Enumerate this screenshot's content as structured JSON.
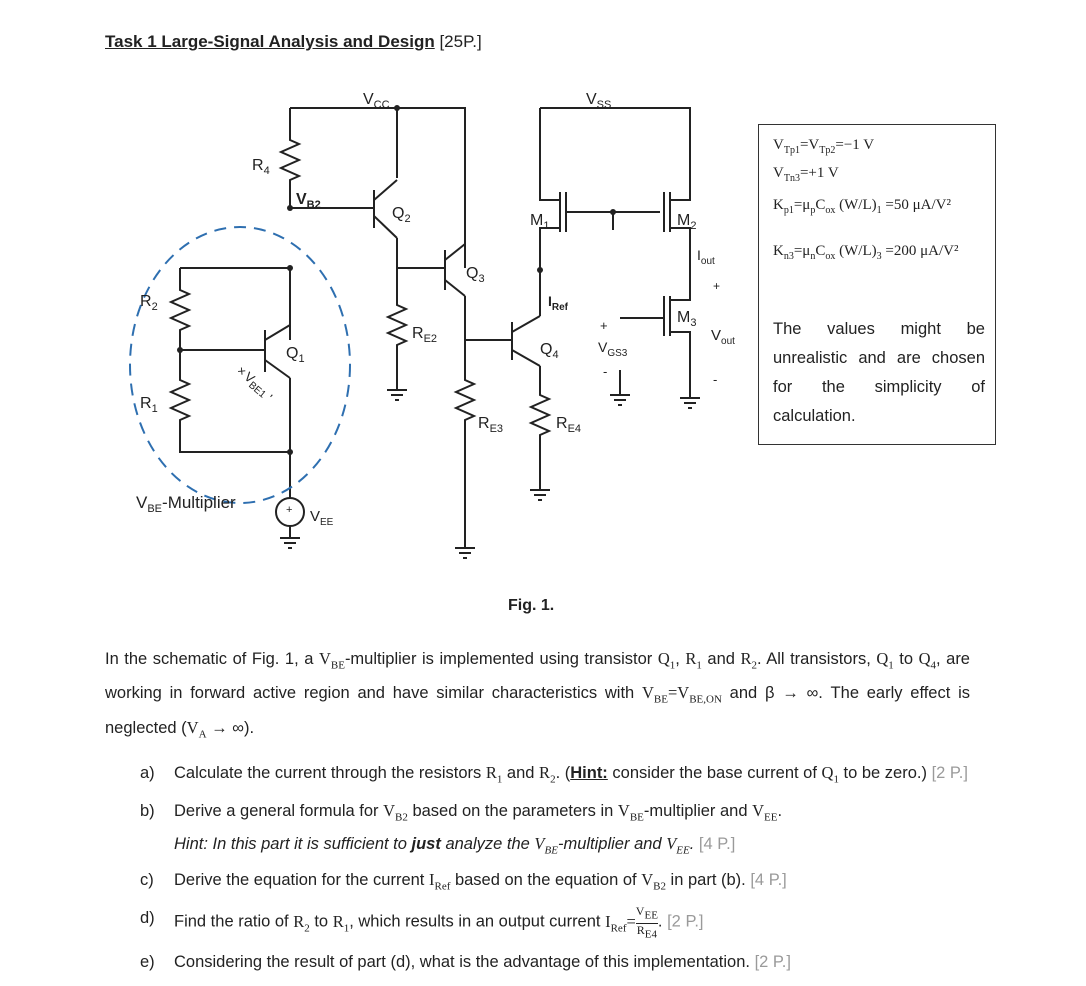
{
  "title": {
    "main": "Task 1 Large-Signal Analysis and Design",
    "points": "[25P.]"
  },
  "schematic": {
    "labels": {
      "vcc": "V",
      "vcc_sub": "CC",
      "vss": "V",
      "vss_sub": "SS",
      "r4": "R",
      "r4_sub": "4",
      "vb2": "V",
      "vb2_sub": "B2",
      "q2": "Q",
      "q2_sub": "2",
      "q3": "Q",
      "q3_sub": "3",
      "q1": "Q",
      "q1_sub": "1",
      "q4": "Q",
      "q4_sub": "4",
      "r2": "R",
      "r2_sub": "2",
      "r1": "R",
      "r1_sub": "1",
      "re2": "R",
      "re2_sub": "E2",
      "re3": "R",
      "re3_sub": "E3",
      "re4": "R",
      "re4_sub": "E4",
      "m1": "M",
      "m1_sub": "1",
      "m2": "M",
      "m2_sub": "2",
      "m3": "M",
      "m3_sub": "3",
      "iout": "I",
      "iout_sub": "out",
      "iref": "I",
      "iref_sub": "Ref",
      "vgs3": "V",
      "vgs3_sub": "GS3",
      "vout": "V",
      "vout_sub": "out",
      "vbe1": "V",
      "vbe1_sub": "BE1",
      "vee": "V",
      "vee_sub": "EE",
      "multiplier_pre": "V",
      "multiplier_sub": "BE",
      "multiplier_post": "-Multiplier",
      "plus": "+",
      "minus": "-",
      "cross": "×",
      "tick": "'"
    }
  },
  "params": {
    "eq1": "V",
    "eq1_s1": "Tp1",
    "eq1_mid": "=V",
    "eq1_s2": "Tp2",
    "eq1_val": "=−1 V",
    "eq2": "V",
    "eq2_s1": "Tn3",
    "eq2_val": "=+1 V",
    "eq3_k": "K",
    "eq3_ks": "p1",
    "eq3_mid": "=μ",
    "eq3_ms": "p",
    "eq3_c": "C",
    "eq3_cs": "ox",
    "eq3_w": "W",
    "eq3_l": "L",
    "eq3_idx": "1",
    "eq3_val": "=50",
    "eq3_unit_n": "μA",
    "eq3_unit_d": "V²",
    "eq4_k": "K",
    "eq4_ks": "n3",
    "eq4_mid": "=μ",
    "eq4_ms": "n",
    "eq4_c": "C",
    "eq4_cs": "ox",
    "eq4_w": "W",
    "eq4_l": "L",
    "eq4_idx": "3",
    "eq4_val": "=200",
    "eq4_unit_n": "μA",
    "eq4_unit_d": "V²",
    "note": "The values might be unrealistic and are chosen for the simplicity of calculation."
  },
  "figure_caption": "Fig. 1.",
  "intro": {
    "p1": "In the schematic of Fig. 1, a ",
    "vbe": "V",
    "vbe_sub": "BE",
    "p2": "-multiplier is implemented using transistor ",
    "q1": "Q",
    "q1_sub": "1",
    "p3": ", ",
    "r1": "R",
    "r1_sub": "1",
    "p4": " and ",
    "r2": "R",
    "r2_sub": "2",
    "p5": ". All transistors, ",
    "q1b": "Q",
    "q1b_sub": "1",
    "p6": " to ",
    "q4": "Q",
    "q4_sub": "4",
    "p7": ", are working in forward active region and have similar characteristics with ",
    "vbe2": "V",
    "vbe2_sub": "BE",
    "eq": "=",
    "vbeon": "V",
    "vbeon_sub": "BE,ON",
    "p8": " and β → ∞. The early effect is neglected (",
    "va": "V",
    "va_sub": "A",
    "p9": " → ∞)."
  },
  "questions": {
    "a": {
      "key": "a)",
      "t1": "Calculate the current through the resistors ",
      "r1": "R",
      "r1_sub": "1",
      "t2": " and ",
      "r2": "R",
      "r2_sub": "2",
      "t3": ". (",
      "hint": "Hint:",
      "t4": " consider the base current of ",
      "q1": "Q",
      "q1_sub": "1",
      "t5": " to be zero.) ",
      "pts": "[2 P.]"
    },
    "b": {
      "key": "b)",
      "t1": "Derive a general formula for ",
      "vb2": "V",
      "vb2_sub": "B2",
      "t2": " based on the parameters in ",
      "vbe": "V",
      "vbe_sub": "BE",
      "t3": "-multiplier and ",
      "vee": "V",
      "vee_sub": "EE",
      "t4": ".",
      "h1": "Hint: In this part it is sufficient to ",
      "h_bold": "just",
      "h2": " analyze the ",
      "hvbe": "V",
      "hvbe_sub": "BE",
      "h3": "-multiplier and ",
      "hvee": "V",
      "hvee_sub": "EE",
      "h4": ". ",
      "pts": "[4 P.]"
    },
    "c": {
      "key": "c)",
      "t1": "Derive the equation for the current ",
      "iref": "I",
      "iref_sub": "Ref",
      "t2": " based on the equation of ",
      "vb2": "V",
      "vb2_sub": "B2",
      "t3": " in part (b). ",
      "pts": "[4 P.]"
    },
    "d": {
      "key": "d)",
      "t1": "Find the ratio of ",
      "r2": "R",
      "r2_sub": "2",
      "t2": " to ",
      "r1": "R",
      "r1_sub": "1",
      "t3": ", which results in an output current ",
      "iref": "I",
      "iref_sub": "Ref",
      "eq": "=",
      "num": "V",
      "num_sub": "EE",
      "den": "R",
      "den_sub": "E4",
      "t4": ". ",
      "pts": "[2 P.]"
    },
    "e": {
      "key": "e)",
      "t1": "Considering the result of part (d), what is the advantage of this implementation. ",
      "pts": "[2 P.]"
    }
  }
}
